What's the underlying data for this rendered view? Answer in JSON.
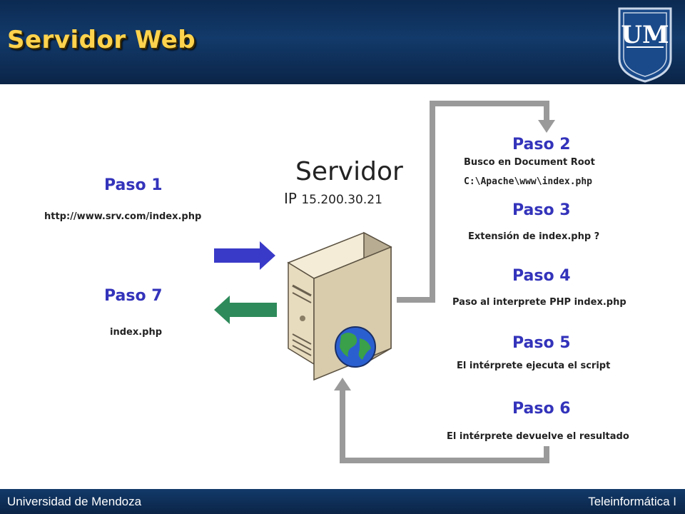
{
  "slide": {
    "title": "Servidor Web",
    "logo_text": "UM",
    "footer_left": "Universidad de Mendoza",
    "footer_right": "Teleinformática I"
  },
  "server": {
    "label": "Servidor",
    "ip_prefix": "IP",
    "ip": "15.200.30.21",
    "icon": "server-globe-icon"
  },
  "steps": [
    {
      "label": "Paso 1",
      "notes": [
        "http://www.srv.com/index.php"
      ]
    },
    {
      "label": "Paso 2",
      "notes": [
        "Busco en Document Root",
        "C:\\Apache\\www\\index.php"
      ]
    },
    {
      "label": "Paso 3",
      "notes": [
        "Extensión de index.php ?"
      ]
    },
    {
      "label": "Paso 4",
      "notes": [
        "Paso al interprete PHP index.php"
      ]
    },
    {
      "label": "Paso 5",
      "notes": [
        "El intérprete ejecuta el script"
      ]
    },
    {
      "label": "Paso 6",
      "notes": [
        "El intérprete devuelve el resultado"
      ]
    },
    {
      "label": "Paso 7",
      "notes": [
        "index.php"
      ]
    }
  ],
  "colors": {
    "header": "#0c2a52",
    "title": "#ffd34d",
    "step": "#3333bb",
    "arrow_request": "#3a3ac8",
    "arrow_response": "#2e8a5a",
    "connector": "#9a9a9a"
  }
}
